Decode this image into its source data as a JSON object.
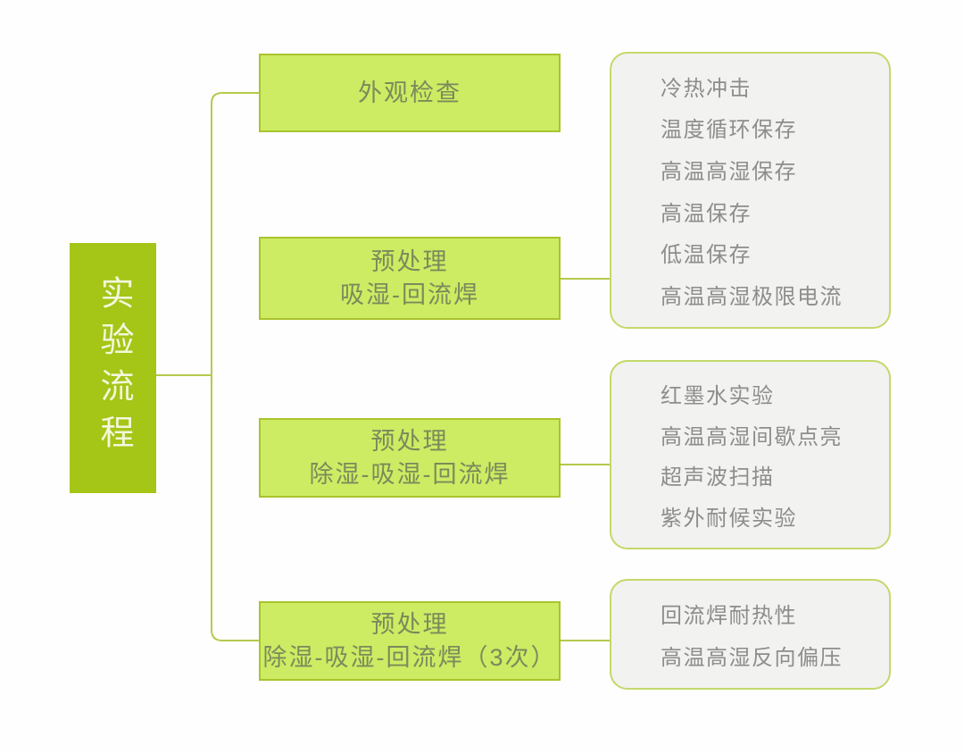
{
  "colors": {
    "background": "#fefefe",
    "root_fill": "#a5c517",
    "root_text": "#f3f7dc",
    "stage_fill": "#cdec63",
    "stage_border": "#a9c42c",
    "stage_text": "#7b8a5c",
    "result_fill": "#f2f2f0",
    "result_border": "#c3d96a",
    "result_text": "#8d8d8b",
    "connector": "#b4ca4a"
  },
  "root": {
    "label": "实验流程"
  },
  "stages": [
    {
      "lines": [
        "外观检查",
        ""
      ]
    },
    {
      "lines": [
        "预处理",
        "吸湿-回流焊"
      ]
    },
    {
      "lines": [
        "预处理",
        "除湿-吸湿-回流焊"
      ]
    },
    {
      "lines": [
        "预处理",
        "除湿-吸湿-回流焊（3次）"
      ]
    }
  ],
  "result_groups": [
    {
      "items": [
        "冷热冲击",
        "温度循环保存",
        "高温高湿保存",
        "高温保存",
        "低温保存",
        "高温高湿极限电流"
      ]
    },
    {
      "items": [
        "红墨水实验",
        "高温高湿间歇点亮",
        "超声波扫描",
        "紫外耐候实验"
      ]
    },
    {
      "items": [
        "回流焊耐热性",
        "高温高湿反向偏压"
      ]
    }
  ]
}
